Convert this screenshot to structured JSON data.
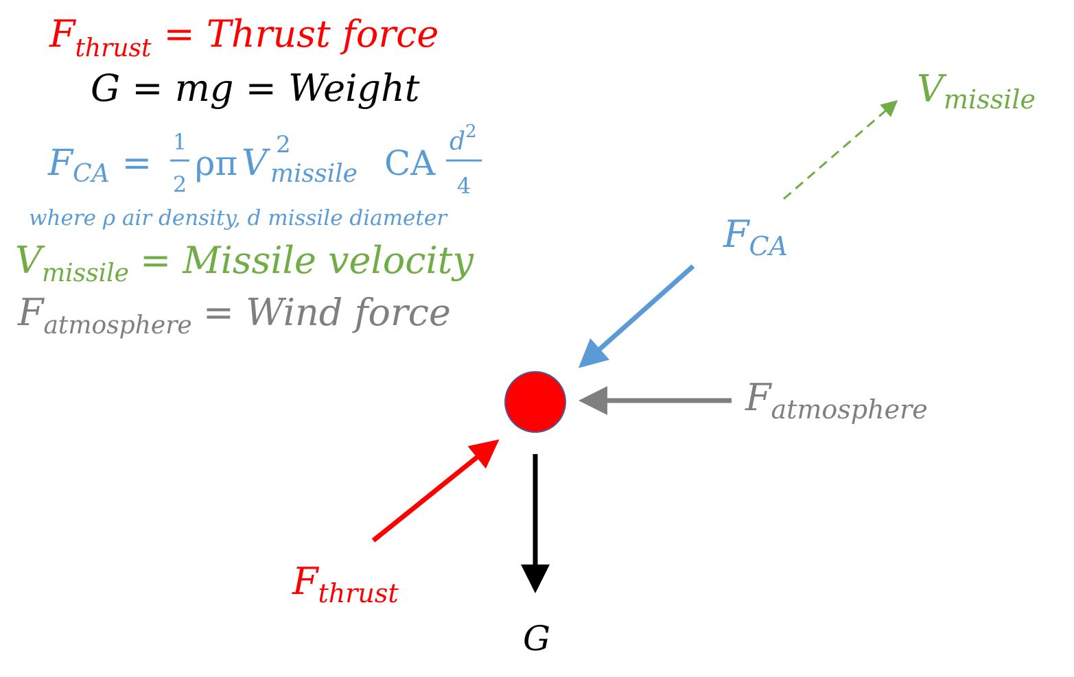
{
  "colors": {
    "thrust": "#ff0000",
    "weight": "#000000",
    "drag": "#5b9bd5",
    "velocity": "#70ad47",
    "wind": "#7f7f7f",
    "body_fill": "#ff0000",
    "body_stroke": "#4a5a9a"
  },
  "legend": {
    "thrust": {
      "sym": "F",
      "sub": "thrust",
      "rhs": "= Thrust force"
    },
    "weight": {
      "text": "G = mg = Weight"
    },
    "drag": {
      "sym": "F",
      "sub": "CA",
      "eq": "=",
      "frac_num": "1",
      "frac_den": "2",
      "rho_pi": "ρπ",
      "v": "V",
      "v_sup": "2",
      "v_sub": "missile",
      "ca": "CA",
      "d_num": "d",
      "d_sup": "2",
      "d_den": "4",
      "note": "where ρ air density, d missile diameter"
    },
    "velocity": {
      "sym": "V",
      "sub": "missile",
      "rhs": "= Missile velocity"
    },
    "wind": {
      "sym": "F",
      "sub": "atmosphere",
      "rhs": "= Wind force"
    }
  },
  "labels": {
    "velocity": {
      "sym": "V",
      "sub": "missile"
    },
    "drag": {
      "sym": "F",
      "sub": "CA"
    },
    "wind": {
      "sym": "F",
      "sub": "atmosphere"
    },
    "thrust": {
      "sym": "F",
      "sub": "thrust"
    },
    "weight": {
      "sym": "G"
    }
  }
}
